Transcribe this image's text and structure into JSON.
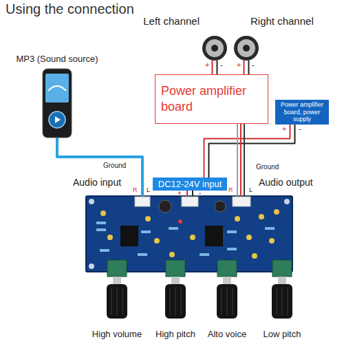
{
  "diagram": {
    "title": "Using the connection",
    "nodes": [
      {
        "text": [
          "Left channel"
        ]
      },
      {
        "text": [
          "Right channel"
        ]
      },
      {
        "text": [
          "MP3 (Sound source)"
        ]
      },
      {
        "text": [
          "Power amplifier board"
        ]
      },
      {
        "text": [
          "Power amplifier board, power supply"
        ]
      },
      {
        "text": [
          "DC12-24V input"
        ]
      },
      {
        "text": [
          "High volume",
          "High pitch",
          "Alto voice",
          "Low pitch"
        ]
      }
    ],
    "edges": [
      {
        "from": 2,
        "to": 6,
        "arrow": "none"
      },
      {
        "from": 3,
        "to": 0,
        "arrow": "none"
      },
      {
        "from": 3,
        "to": 1,
        "arrow": "none"
      },
      {
        "from": 4,
        "to": 5,
        "arrow": "none"
      },
      {
        "from": 5,
        "to": 6,
        "arrow": "none"
      },
      {
        "from": 6,
        "to": 3,
        "arrow": "none"
      }
    ],
    "labels": [
      "+",
      "-",
      "+",
      "-",
      "+",
      "-",
      "Ground",
      "R",
      "L",
      "Audio input",
      "+",
      "-",
      "Ground",
      "R",
      "L",
      "Audio output"
    ]
  }
}
